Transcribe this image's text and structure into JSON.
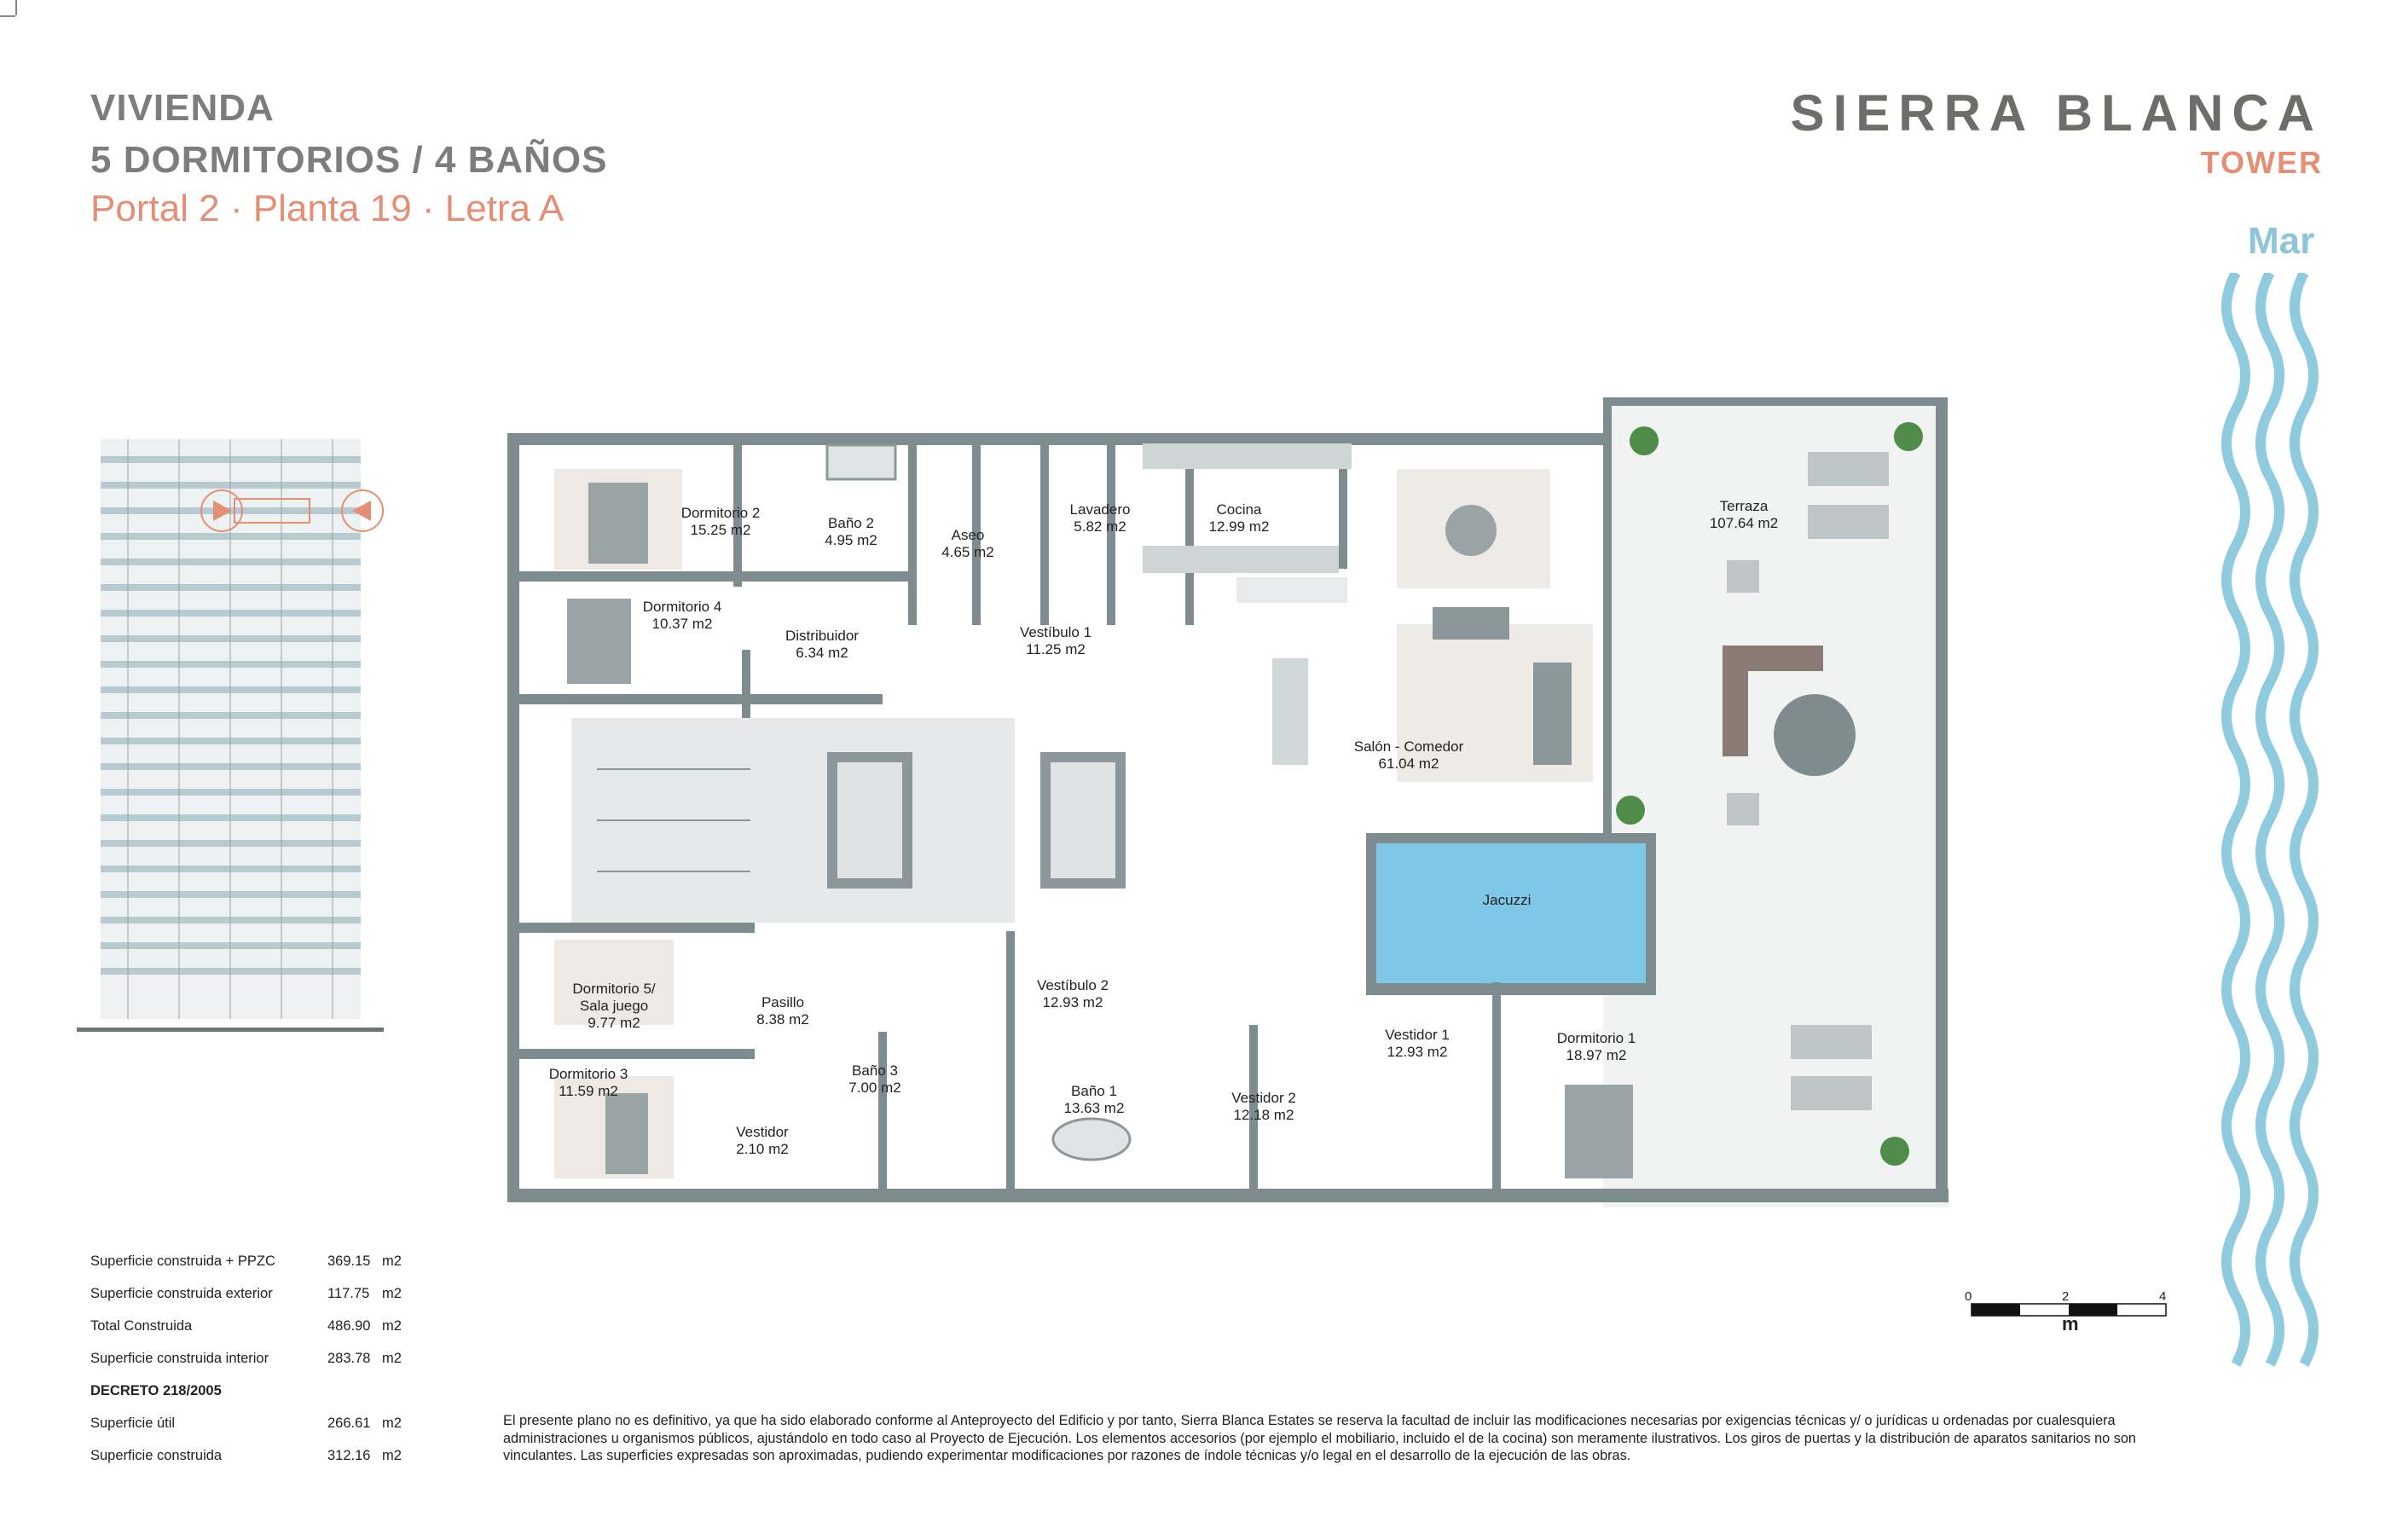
{
  "header": {
    "line1": "VIVIENDA",
    "line2": "5 DORMITORIOS / 4 BAÑOS",
    "location": "Portal 2 · Planta 19 · Letra A"
  },
  "brand": {
    "name": "SIERRA BLANCA",
    "sub": "TOWER"
  },
  "orientation_label": "Mar",
  "rooms": [
    {
      "name": "Dormitorio 2",
      "area": "15.25 m2"
    },
    {
      "name": "Baño 2",
      "area": "4.95 m2"
    },
    {
      "name": "Aseo",
      "area": "4.65 m2"
    },
    {
      "name": "Lavadero",
      "area": "5.82 m2"
    },
    {
      "name": "Cocina",
      "area": "12.99 m2"
    },
    {
      "name": "Terraza",
      "area": "107.64 m2"
    },
    {
      "name": "Dormitorio 4",
      "area": "10.37 m2"
    },
    {
      "name": "Distribuidor",
      "area": "6.34 m2"
    },
    {
      "name": "Vestíbulo 1",
      "area": "11.25  m2"
    },
    {
      "name": "Salón - Comedor",
      "area": "61.04 m2"
    },
    {
      "name": "Jacuzzi",
      "area": ""
    },
    {
      "name": "Dormitorio 5/ Sala juego",
      "area": "9.77 m2"
    },
    {
      "name": "Pasillo",
      "area": "8.38 m2"
    },
    {
      "name": "Vestíbulo 2",
      "area": "12.93 m2"
    },
    {
      "name": "Vestidor 1",
      "area": "12.93 m2"
    },
    {
      "name": "Dormitorio 1",
      "area": "18.97 m2"
    },
    {
      "name": "Dormitorio 3",
      "area": "11.59 m2"
    },
    {
      "name": "Baño 3",
      "area": "7.00 m2"
    },
    {
      "name": "Baño 1",
      "area": "13.63 m2"
    },
    {
      "name": "Vestidor 2",
      "area": "12.18 m2"
    },
    {
      "name": "Vestidor",
      "area": "2.10 m2"
    }
  ],
  "surfaces": [
    {
      "label": "Superficie construida + PPZC",
      "value": "369.15",
      "unit": "m2"
    },
    {
      "label": "Superficie construida exterior",
      "value": "117.75",
      "unit": "m2"
    },
    {
      "label": "Total Construida",
      "value": "486.90",
      "unit": "m2"
    },
    {
      "label": "Superficie construida interior",
      "value": "283.78",
      "unit": "m2"
    }
  ],
  "decreto": {
    "title": "DECRETO 218/2005",
    "rows": [
      {
        "label": "Superficie útil",
        "value": "266.61",
        "unit": "m2"
      },
      {
        "label": "Superficie construida",
        "value": "312.16",
        "unit": "m2"
      }
    ]
  },
  "scale": {
    "ticks": [
      "0",
      "2",
      "4"
    ],
    "unit": "m"
  },
  "disclaimer": "El presente plano no es definitivo, ya que ha sido elaborado conforme al Anteproyecto del Edificio y por tanto, Sierra Blanca Estates se reserva la facultad de incluir las modificaciones necesarias por exigencias técnicas y/ o jurídicas u ordenadas por cualesquiera administraciones u organismos públicos, ajustándolo en todo caso al Proyecto de Ejecución. Los elementos accesorios (por ejemplo el mobiliario, incluido el de la cocina) son meramente ilustrativos. Los giros de puertas y la distribución de aparatos sanitarios no son vinculantes. Las superficies expresadas son aproximadas, pudiendo experimentar modificaciones por razones de índole técnicas y/o legal en el desarrollo de la ejecución de las obras."
}
